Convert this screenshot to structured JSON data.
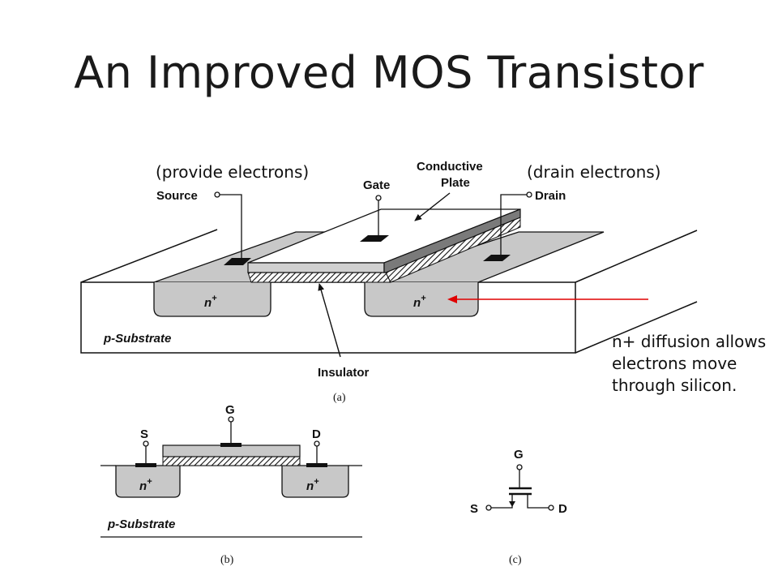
{
  "slide": {
    "title": "An Improved MOS Transistor",
    "note_source": "(provide electrons)",
    "note_drain": "(drain electrons)",
    "note_diffusion": [
      "n+ diffusion allows",
      "electrons move",
      "through silicon."
    ]
  },
  "diagram_a": {
    "source": "Source",
    "gate": "Gate",
    "drain": "Drain",
    "conductive_plate": [
      "Conductive",
      "Plate"
    ],
    "n_plus_left": "n",
    "n_plus_right": "n",
    "plus": "+",
    "substrate": "p-Substrate",
    "insulator": "Insulator",
    "caption": "(a)"
  },
  "diagram_b": {
    "s": "S",
    "g": "G",
    "d": "D",
    "n_plus_left": "n",
    "n_plus_right": "n",
    "plus": "+",
    "substrate": "p-Substrate",
    "caption": "(b)"
  },
  "diagram_c": {
    "s": "S",
    "g": "G",
    "d": "D",
    "caption": "(c)"
  },
  "colors": {
    "arrow": "#e00000",
    "fill_gray": "#c8c8c8",
    "dark_gray": "#7a7a7a"
  }
}
